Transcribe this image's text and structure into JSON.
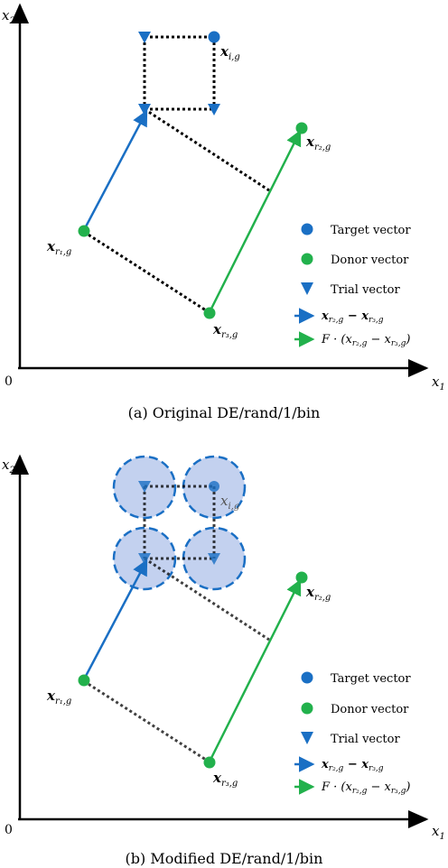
{
  "colors": {
    "target": "#1a6fc4",
    "donor": "#22b14c",
    "blue_arrow": "#1a6fc4",
    "green_arrow": "#22b14c",
    "region_fill": "#b9c9ec",
    "region_stroke": "#1a6fc4"
  },
  "panels": [
    {
      "id": "a",
      "caption": "(a)  Original DE/rand/1/bin",
      "axis_x": "x",
      "axis_x_sub": "1",
      "axis_y": "x",
      "axis_y_sub": "2",
      "origin": "0",
      "labels": {
        "target": {
          "base": "x",
          "sub": "i,g"
        },
        "r1": {
          "base": "x",
          "sub": "r₁,g"
        },
        "r2": {
          "base": "x",
          "sub": "r₂,g"
        },
        "r3": {
          "base": "x",
          "sub": "r₃,g"
        }
      },
      "legend": {
        "target": "Target vector",
        "donor": "Donor vector",
        "trial": "Trial vector",
        "blue": "x",
        "blue_sub": "r₂,g",
        "blue_mid": " − x",
        "blue_sub2": "r₃,g",
        "green_pre": "F · (x",
        "green_sub": "r₂,g",
        "green_mid": " − x",
        "green_sub2": "r₃,g",
        "green_post": ")"
      }
    },
    {
      "id": "b",
      "caption": "(b)  Modified DE/rand/1/bin",
      "axis_x": "x",
      "axis_x_sub": "1",
      "axis_y": "x",
      "axis_y_sub": "2",
      "origin": "0",
      "labels": {
        "target": {
          "base": "x",
          "sub": "i,g"
        },
        "r1": {
          "base": "x",
          "sub": "r₁,g"
        },
        "r2": {
          "base": "x",
          "sub": "r₂,g"
        },
        "r3": {
          "base": "x",
          "sub": "r₃,g"
        }
      },
      "legend": {
        "target": "Target vector",
        "donor": "Donor vector",
        "trial": "Trial vector",
        "blue": "x",
        "blue_sub": "r₂,g",
        "blue_mid": " − x",
        "blue_sub2": "r₃,g",
        "green_pre": "F · (x",
        "green_sub": "r₂,g",
        "green_mid": " − x",
        "green_sub2": "r₃,g",
        "green_post": ")"
      }
    }
  ]
}
